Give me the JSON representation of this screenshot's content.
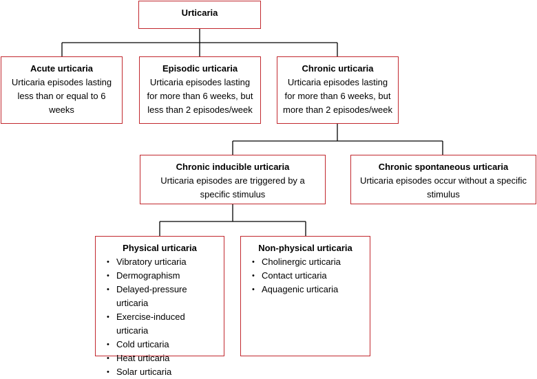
{
  "colors": {
    "box_border": "#c1272d",
    "connector": "#000000"
  },
  "root": {
    "title": "Urticaria"
  },
  "acute": {
    "title": "Acute urticaria",
    "desc": "Urticaria episodes lasting less than or equal to 6 weeks"
  },
  "episodic": {
    "title": "Episodic urticaria",
    "desc": "Urticaria episodes lasting for more than 6 weeks, but less than 2 episodes/week"
  },
  "chronic": {
    "title": "Chronic urticaria",
    "desc": "Urticaria episodes lasting for more than 6 weeks, but more than 2 episodes/week"
  },
  "inducible": {
    "title": "Chronic inducible urticaria",
    "desc": "Urticaria episodes are triggered by a specific stimulus"
  },
  "spontaneous": {
    "title": "Chronic spontaneous urticaria",
    "desc": "Urticaria episodes occur without a specific stimulus"
  },
  "physical": {
    "title": "Physical urticaria",
    "items": [
      "Vibratory urticaria",
      "Dermographism",
      "Delayed-pressure urticaria",
      "Exercise-induced urticaria",
      "Cold urticaria",
      "Heat urticaria",
      "Solar urticaria"
    ]
  },
  "nonphysical": {
    "title": "Non-physical urticaria",
    "items": [
      "Cholinergic urticaria",
      "Contact urticaria",
      "Aquagenic urticaria"
    ]
  }
}
